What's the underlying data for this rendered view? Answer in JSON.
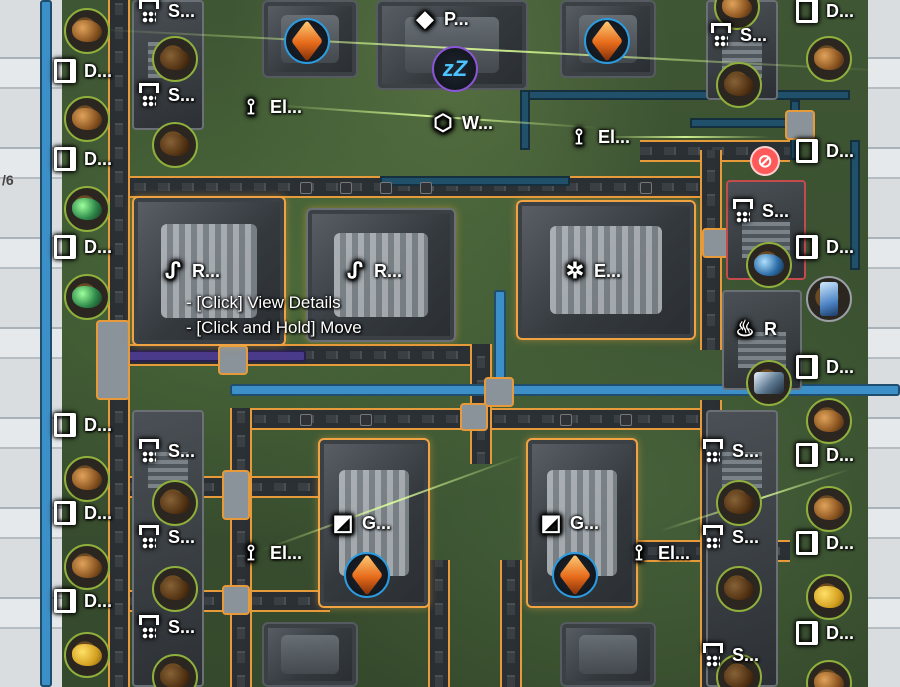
{
  "wall_left_mark": "/6",
  "buildings": {
    "processor_top": "P...",
    "water_pump": "W...",
    "refinery_left": "R...",
    "refinery_mid": "R...",
    "extractor": "E...",
    "refiner_right": "R",
    "generator_left": "G...",
    "generator_right": "G..."
  },
  "storage_label": "S...",
  "depot_label": "D...",
  "pylon_label": "El...",
  "tooltip": {
    "line1": "- [Click] View Details",
    "line2": "- [Click and Hold] Move"
  },
  "status_icons": {
    "sleep": "zZ",
    "no_power": "⊘"
  },
  "colors": {
    "belt_edge": "#e79a3a",
    "pipe": "#3d8fc7",
    "ore_ring": "#8fb03c",
    "product_ring": "#2d9be0",
    "warning": "#ff5a5a"
  }
}
